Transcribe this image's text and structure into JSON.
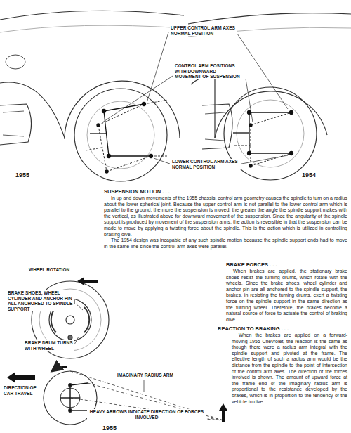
{
  "diagram": {
    "labels": [
      "UPPER CONTROL ARM AXES NORMAL POSITION",
      "CONTROL ARM POSITIONS WITH DOWNWARD MOVEMENT OF SUSPENSION",
      "LOWER CONTROL ARM AXES NORMAL POSITION",
      "1955",
      "1954",
      "SUSPENSION MOTION . . .",
      "In up and down movements of the 1955 chassis, control arm geometry causes the spindle to turn on a radius about the lower spherical joint. Because the upper control arm is not parallel to the lower control arm which is parallel to the ground, the more the suspension is moved, the greater the angle the spindle support makes with the vertical, as illustrated above for downward movement of the suspension. Since the angularity of the spindle support is produced by movement of the suspension arms, the action is reversible in that the suspension can be made to move by applying a twisting force about the spindle. This is the action which is utilized in controlling braking dive.",
      "The 1954 design was incapable of any such spindle motion because the spindle support ends had to move in the same line since the control arm axes were parallel.",
      "WHEEL ROTATION",
      "BRAKE SHOES, WHEEL CYLINDER AND ANCHOR PIN-ALL ANCHORED TO SPINDLE SUPPORT",
      "BRAKE DRUM TURNS WITH WHEEL",
      "BRAKE FORCES . . .",
      "When brakes are applied, the stationary brake shoes resist the turning drums, which rotate with the wheels. Since the brake shoes, wheel cylinder and anchor pin are all anchored to the spindle support, the brakes, in resisting the turning drums, exert a twisting force on the spindle support in the same direction as the turning wheel. Therefore, the brakes become a natural source of force to actuate the control of braking dive.",
      "REACTION TO BRAKING . . .",
      "When the brakes are applied on a forward-moving 1955 Chevrolet, the reaction is the same as though there were a radius arm integral with the spindle support and pivoted at the frame. The effective length of such a radius arm would be the distance from the spindle to the point of intersection of the control arm axes. The direction of the forces involved is shown. The amount of upward force at the frame end of the imaginary radius arm is proportional to the resistance developed by the brakes, which is in proportion to the tendency of the vehicle to dive.",
      "DIRECTION OF CAR TRAVEL",
      "IMAGINARY RADIUS ARM",
      "HEAVY ARROWS INDICATE DIRECTION OF FORCES INVOLVED",
      "1955"
    ]
  }
}
